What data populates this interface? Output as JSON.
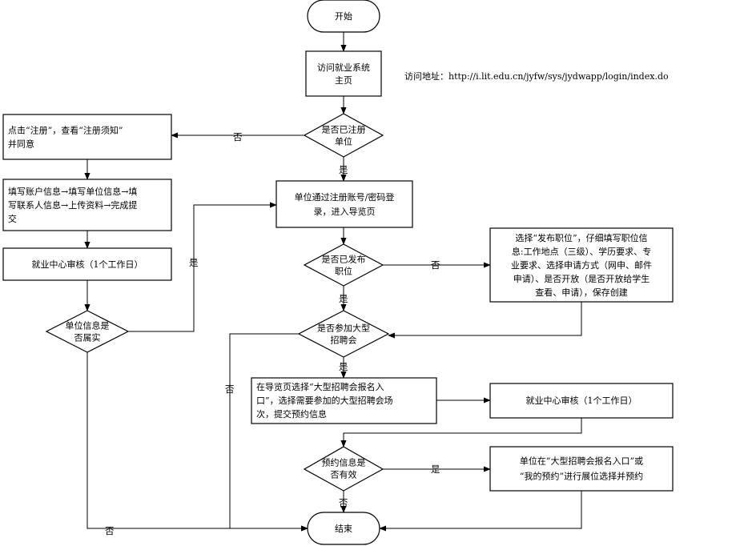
{
  "nodes": {
    "start": {
      "lines": [
        "开始"
      ]
    },
    "visit": {
      "lines": [
        "访问就业系统",
        "主页"
      ]
    },
    "registered": {
      "lines": [
        "是否已注册",
        "单位"
      ]
    },
    "register": {
      "lines": [
        "点击“注册”，查看“注册须知”",
        "并同意"
      ]
    },
    "fill": {
      "lines": [
        "填写账户信息→填写单位信息→填",
        "写联系人信息→上传资料→完成提",
        "交"
      ]
    },
    "review1": {
      "lines": [
        "就业中心审核（1个工作日）"
      ]
    },
    "truth": {
      "lines": [
        "单位信息是",
        "否属实"
      ]
    },
    "login": {
      "lines": [
        "单位通过注册账号/密码登",
        "录，进入导览页"
      ]
    },
    "posted": {
      "lines": [
        "是否已发布",
        "职位"
      ]
    },
    "postjob": {
      "lines": [
        "选择“发布职位”，仔细填写职位信",
        "息:工作地点（三级）、学历要求、专",
        "业要求、选择申请方式（网申、邮件",
        "申请）、是否开放（是否开放给学生",
        "查看、申请），保存创建"
      ]
    },
    "fair": {
      "lines": [
        "是否参加大型",
        "招聘会"
      ]
    },
    "select": {
      "lines": [
        "在导览页选择“大型招聘会报名入",
        "口”，选择需要参加的大型招聘会场",
        "次，提交预约信息"
      ]
    },
    "review2": {
      "lines": [
        "就业中心审核（1个工作日）"
      ]
    },
    "valid": {
      "lines": [
        "预约信息是",
        "否有效"
      ]
    },
    "booth": {
      "lines": [
        "单位在”大型招聘会报名入口”或",
        "“我的预约”进行展位选择并预约"
      ]
    },
    "end": {
      "lines": [
        "结束"
      ]
    }
  },
  "edge_labels": {
    "no": "否",
    "yes": "是"
  },
  "access_note": "访问地址：http://i.lit.edu.cn/jyfw/sys/jydwapp/login/index.do"
}
